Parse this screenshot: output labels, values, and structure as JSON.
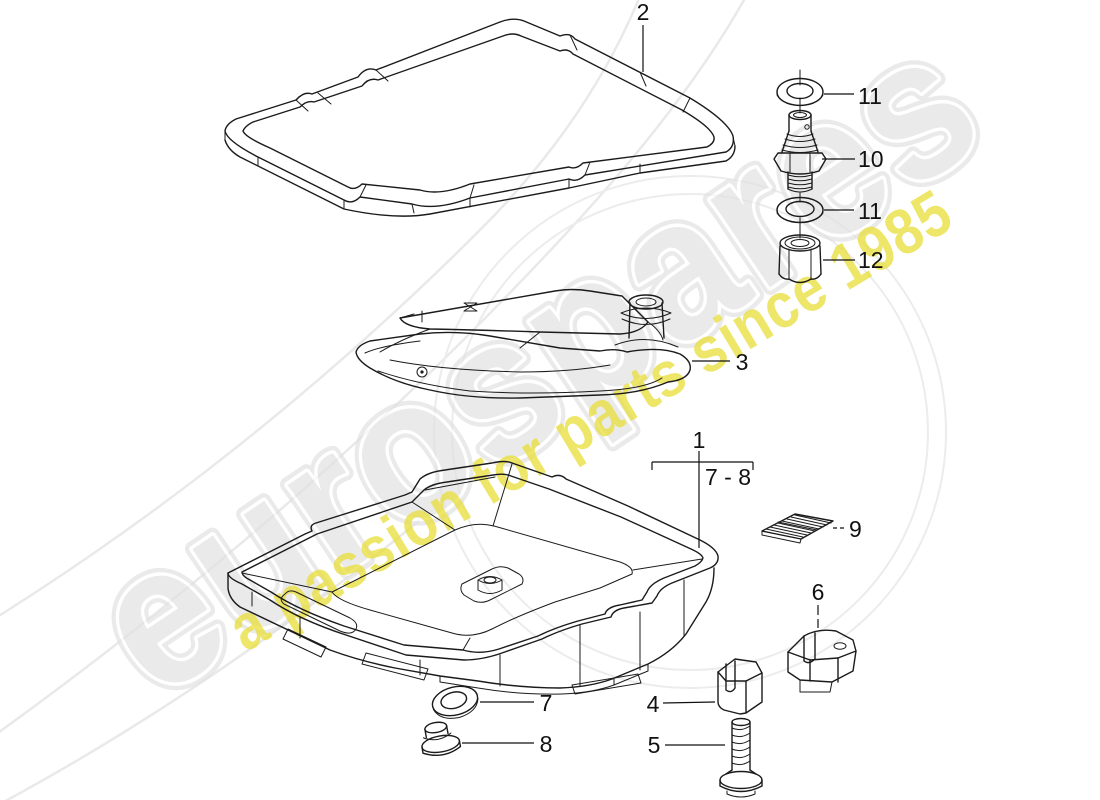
{
  "watermark": {
    "brand": "eurospares",
    "tagline": "a passion for parts since 1985",
    "brand_color": "#e0e0e0",
    "tagline_color": "#e9e044"
  },
  "callouts": {
    "pan": "1",
    "gasket": "2",
    "filter": "3",
    "retainer_block": "4",
    "screw": "5",
    "clip": "6",
    "sealing_washer": "7",
    "drain_plug": "8",
    "strainer_grid": "9",
    "valve": "10",
    "seal_ring_upper": "11",
    "seal_ring_lower": "11",
    "union_nut": "12",
    "pan_includes": "7 - 8"
  }
}
